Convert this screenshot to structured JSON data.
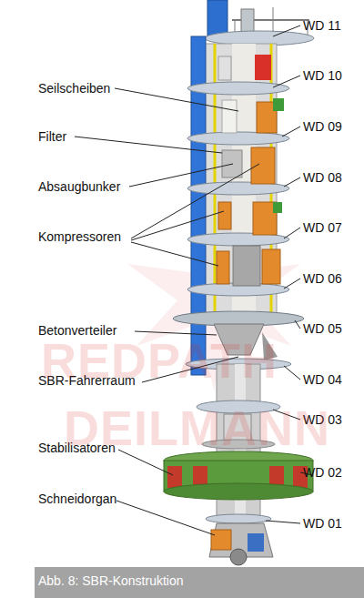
{
  "diagram": {
    "caption": "Abb. 8: SBR-Konstruktion",
    "labels": [
      "Seilscheiben",
      "Filter",
      "Absaugbunker",
      "Kompressoren",
      "Betonverteiler",
      "SBR-Fahrerraum",
      "Stabilisatoren",
      "Schneidorgan",
      "WD 11",
      "WD 10",
      "WD 09",
      "WD 08",
      "WD 07",
      "WD 06",
      "WD 05",
      "WD 04",
      "WD 03",
      "WD 02",
      "WD 01",
      "REDPATH",
      "DEILMANN"
    ]
  }
}
